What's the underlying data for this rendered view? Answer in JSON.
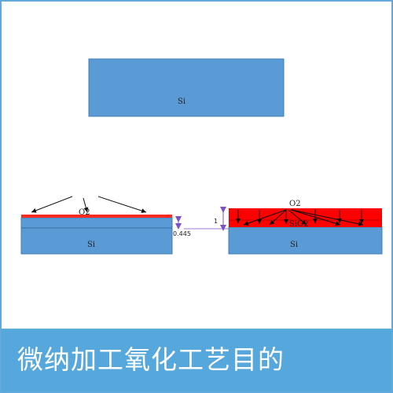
{
  "top_block": {
    "label": "Si"
  },
  "left_wafer": {
    "substrate_label": "Si",
    "gas_label": "O2",
    "thickness_label": "0.445"
  },
  "right_wafer": {
    "substrate_label": "Si",
    "oxide_label": "SiO2",
    "gas_label": "O2",
    "thickness_label": "1"
  },
  "banner": {
    "title": "微纳加工氧化工艺目的"
  },
  "colors": {
    "silicon": "#5b9bd5",
    "oxide_thin": "#ff2a1f",
    "oxide_layer": "#ff0000",
    "banner": "#56a7dc",
    "dimension": "#7f4fc5",
    "arrow": "#111111",
    "frame": "#62a9dc"
  }
}
